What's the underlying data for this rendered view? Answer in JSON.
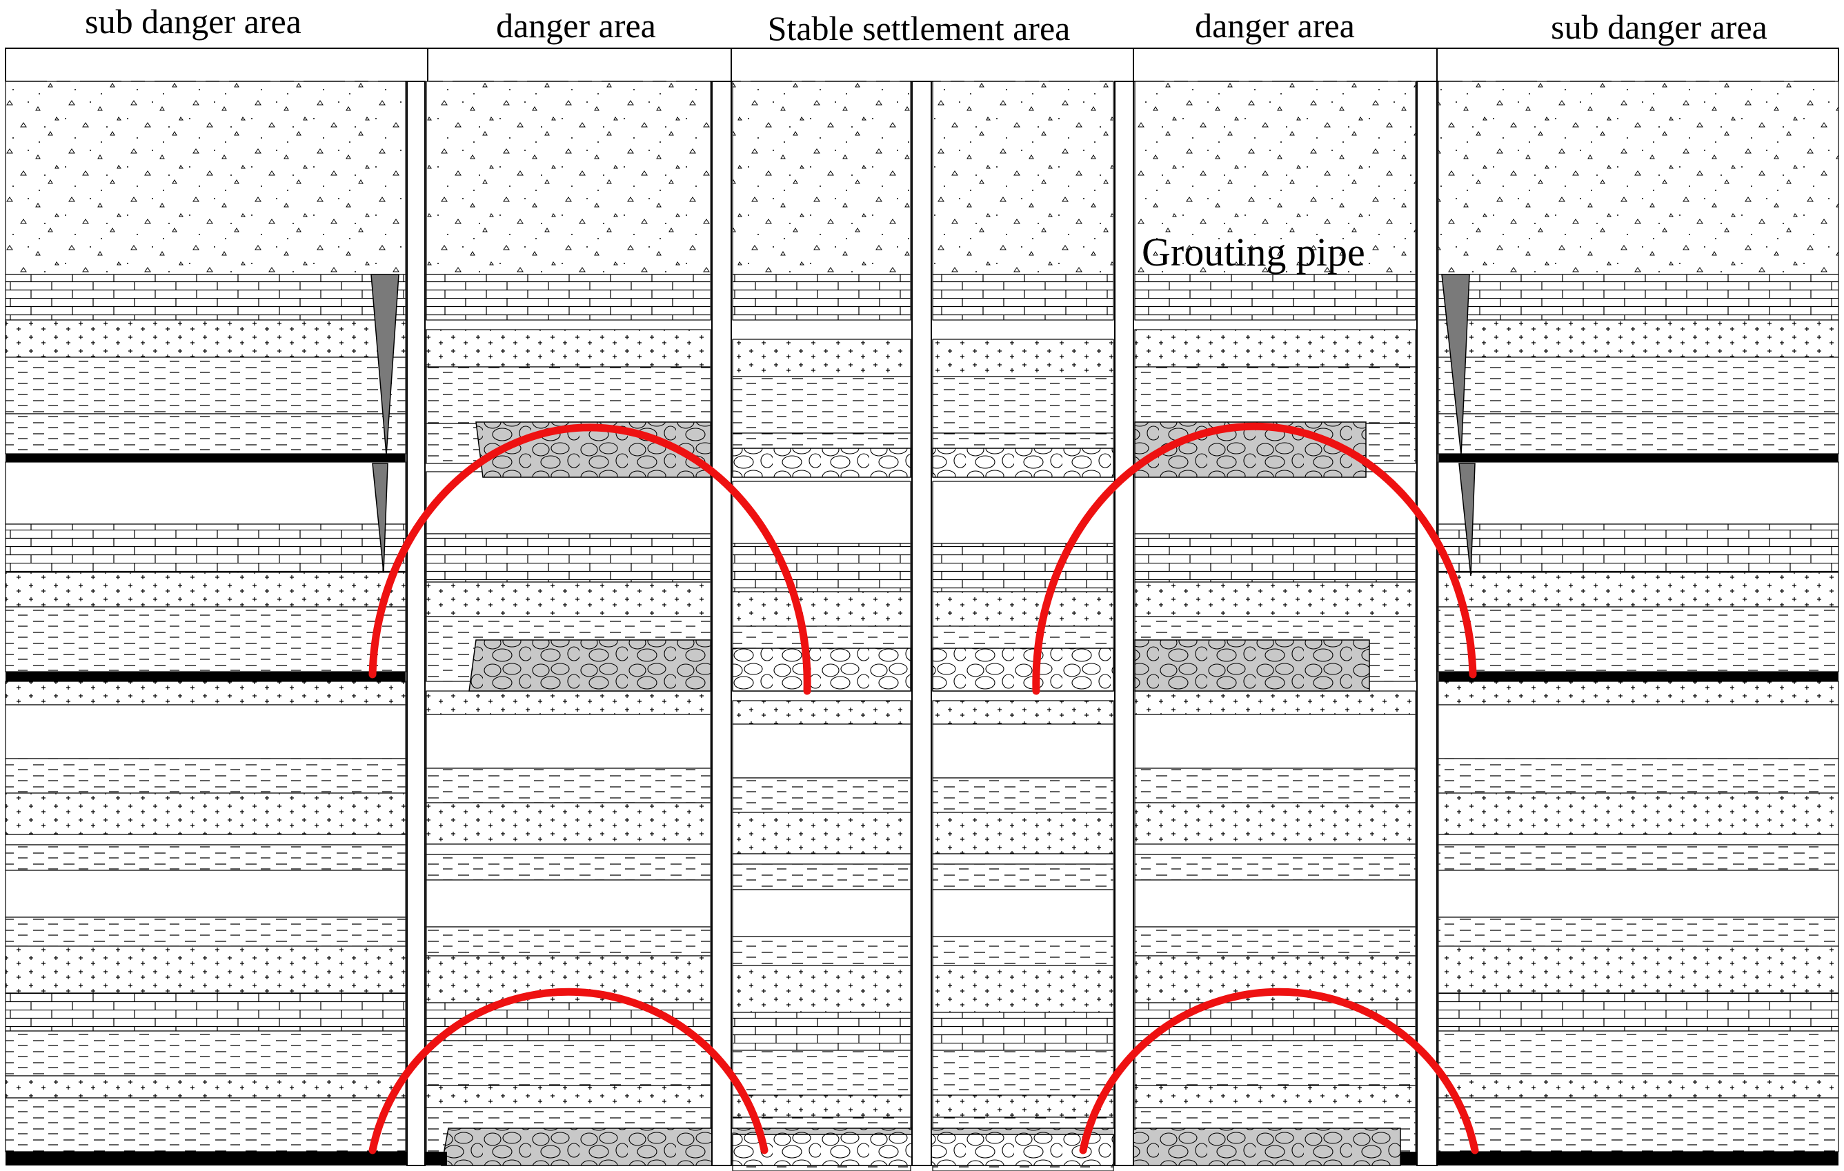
{
  "zone_labels": [
    "sub danger area",
    "danger area",
    "Stable settlement area",
    "danger area",
    "sub danger area"
  ],
  "annotation": "Grouting pipe",
  "colors": {
    "background": "#ffffff",
    "line": "#000000",
    "collapse_arch": "#ee1111",
    "rubble_fill": "#c8c8c8",
    "crack_fill": "#7a7a7a",
    "coal_seam": "#000000"
  }
}
